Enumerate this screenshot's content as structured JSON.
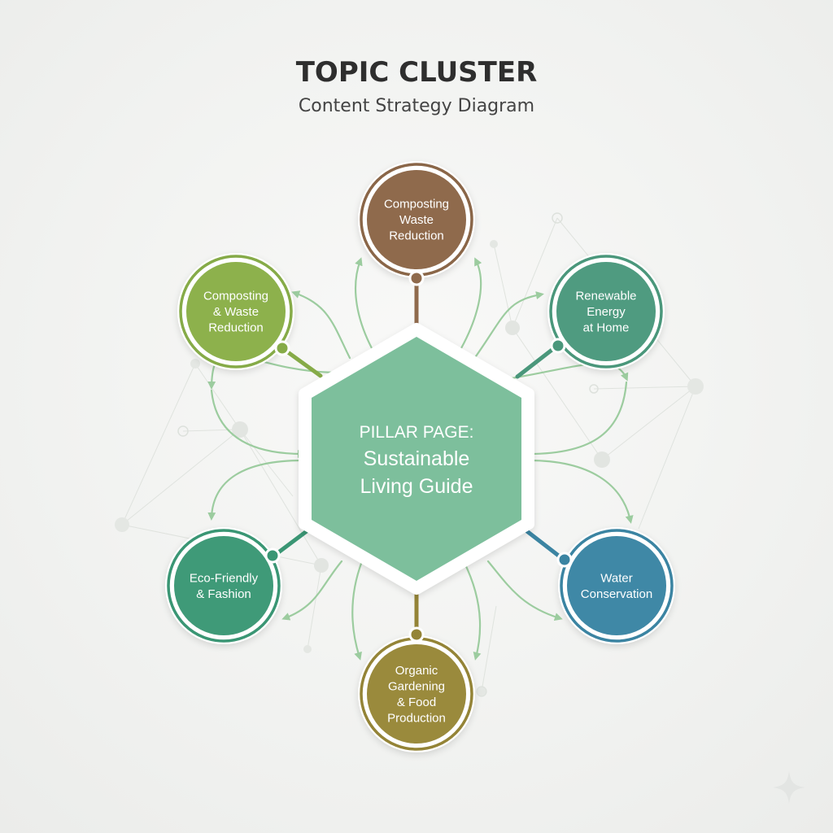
{
  "header": {
    "title": "TOPIC CLUSTER",
    "subtitle": "Content Strategy Diagram"
  },
  "pillar": {
    "lines": [
      "PILLAR PAGE:",
      "Sustainable",
      "Living Guide"
    ],
    "color": "#7dbf9c"
  },
  "clusters": [
    {
      "id": "top",
      "lines": [
        "Composting",
        "Waste",
        "Reduction"
      ],
      "color": "#8f6a4c",
      "ring": "#8a6648"
    },
    {
      "id": "upper-left",
      "lines": [
        "Composting",
        "& Waste",
        "Reduction"
      ],
      "color": "#8db14c",
      "ring": "#86ab48"
    },
    {
      "id": "upper-right",
      "lines": [
        "Renewable",
        "Energy",
        "at Home"
      ],
      "color": "#4f9b80",
      "ring": "#4a977b"
    },
    {
      "id": "lower-left",
      "lines": [
        "Eco-Friendly",
        "& Fashion"
      ],
      "color": "#3f9a78",
      "ring": "#3a9674"
    },
    {
      "id": "lower-right",
      "lines": [
        "Water",
        "Conservation"
      ],
      "color": "#3f88a6",
      "ring": "#3b84a2"
    },
    {
      "id": "bottom",
      "lines": [
        "Organic",
        "Gardening",
        "& Food",
        "Production"
      ],
      "color": "#9a8a3c",
      "ring": "#948437"
    }
  ],
  "colors": {
    "title": "#2e2e2e",
    "subtitle": "#444444",
    "arrow": "#9ccc9f",
    "network": "#d7dcd7"
  },
  "icons": [
    "sparkle-icon"
  ]
}
